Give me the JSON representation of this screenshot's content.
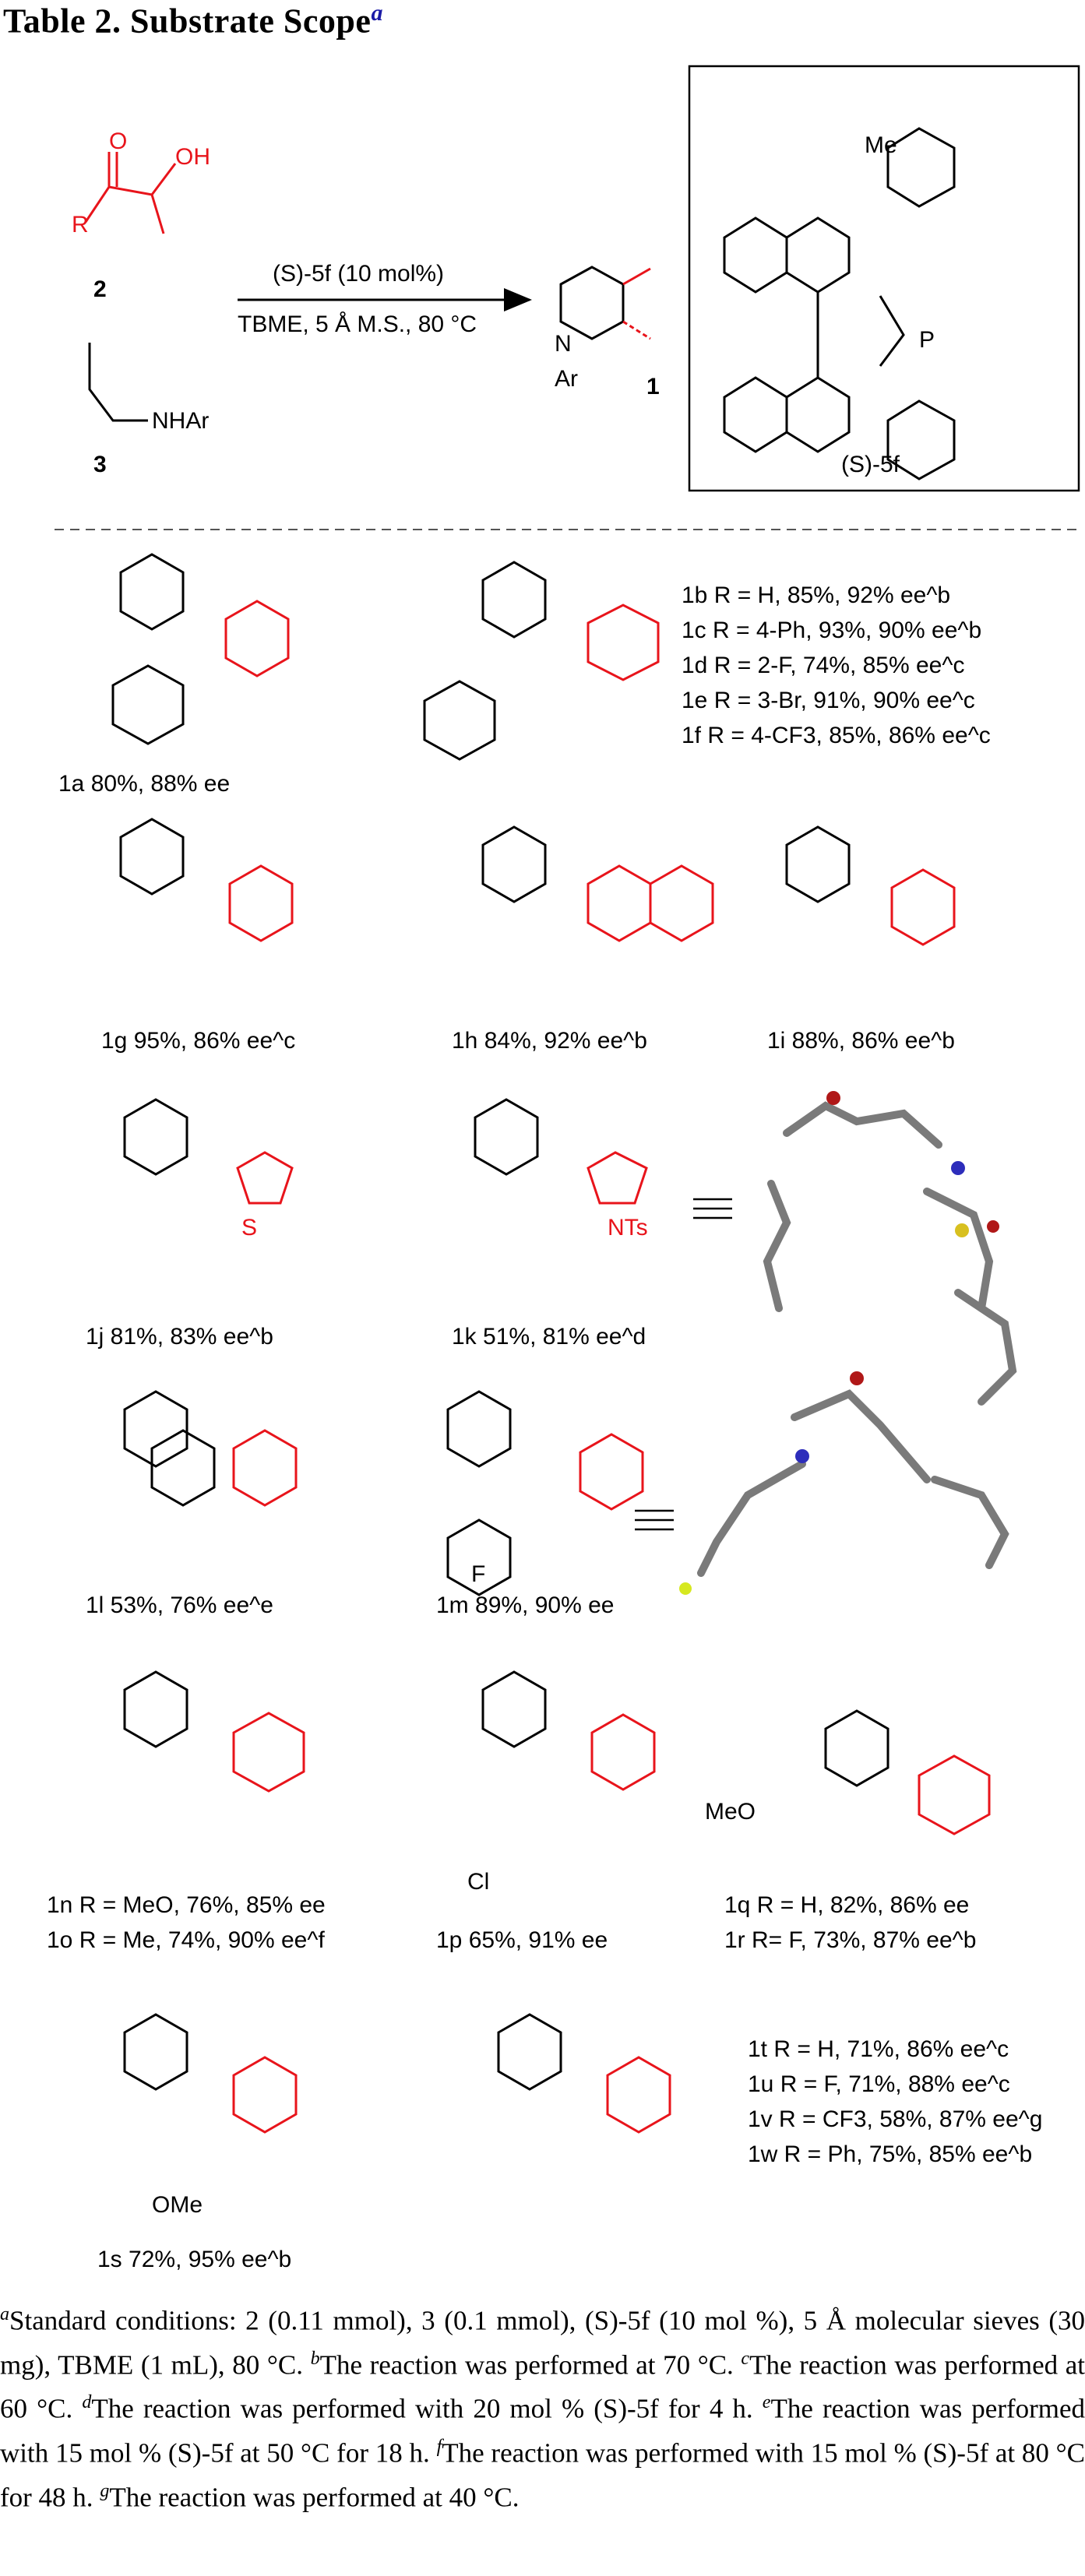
{
  "title": {
    "prefix": "Table 2. Substrate Scope",
    "superscript": "a"
  },
  "scheme": {
    "reactant_2_label": "2",
    "reactant_3_label": "3",
    "product_label": "1",
    "catalyst_label": "(S)-5f",
    "arrow_above": "(S)-5f (10 mol%)",
    "arrow_below": "TBME, 5 Å M.S., 80 °C",
    "atom_labels": {
      "O": "O",
      "OH": "OH",
      "R": "R",
      "NHAr": "NHAr",
      "N": "N",
      "Ar": "Ar",
      "Me": "Me",
      "P": "P",
      "S": "S",
      "NTs": "NTs",
      "F": "F",
      "Cl": "Cl",
      "MeO": "MeO",
      "OMe": "OMe"
    }
  },
  "entries": {
    "1a": "1a 80%, 88% ee",
    "1b": "1b R = H, 85%, 92% ee^b",
    "1c": "1c R = 4-Ph, 93%, 90% ee^b",
    "1d": "1d R = 2-F, 74%, 85% ee^c",
    "1e": "1e R = 3-Br, 91%, 90% ee^c",
    "1f": "1f R = 4-CF3, 85%, 86% ee^c",
    "1g": "1g 95%, 86% ee^c",
    "1h": "1h 84%, 92% ee^b",
    "1i": "1i 88%, 86% ee^b",
    "1j": "1j 81%, 83% ee^b",
    "1k": "1k 51%, 81% ee^d",
    "1l": "1l 53%, 76% ee^e",
    "1m": "1m 89%, 90% ee",
    "1n": "1n R = MeO, 76%, 85% ee",
    "1o": "1o R = Me, 74%, 90% ee^f",
    "1p": "1p 65%, 91% ee",
    "1q": "1q R = H, 82%, 86% ee",
    "1r": "1r R= F, 73%, 87% ee^b",
    "1s": "1s 72%, 95% ee^b",
    "1t": "1t R = H, 71%, 86% ee^c",
    "1u": "1u R = F, 71%, 88% ee^c",
    "1v": "1v R = CF3, 58%, 87% ee^g",
    "1w": "1w R = Ph, 75%, 85% ee^b"
  },
  "footnotes": {
    "a": "Standard conditions: 2 (0.11 mmol), 3 (0.1 mmol), (S)-5f (10 mol %), 5 Å molecular sieves (30 mg), TBME (1 mL), 80 °C.",
    "b": "The reaction was performed at 70 °C.",
    "c": "The reaction was performed at 60 °C.",
    "d": "The reaction was performed with 20 mol % (S)-5f for 4 h.",
    "e": "The reaction was performed with 15 mol % (S)-5f at 50 °C for 18 h.",
    "f": "The reaction was performed with 15 mol % (S)-5f at 80 °C for 48 h.",
    "g": "The reaction was performed at 40 °C."
  },
  "colors": {
    "highlight": "#e8141b",
    "ink": "#000000",
    "footnote_mark": "#1a1aa6",
    "xray_gray": "#7a7a7a",
    "xray_blue": "#2d2dbb",
    "xray_red": "#b01818",
    "xray_sulfur": "#d8c020",
    "xray_fluorine": "#d6e820"
  }
}
